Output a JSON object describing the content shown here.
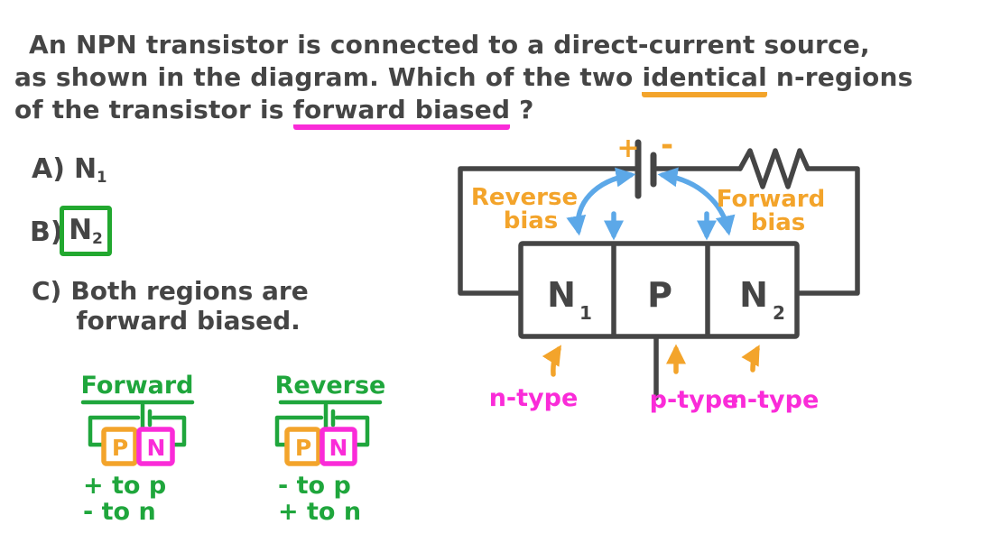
{
  "colors": {
    "ink": "#454545",
    "orange": "#F3A42B",
    "magenta": "#FA2BD8",
    "green": "#1FA63C",
    "blue": "#5CA8E8",
    "answer_box_green": "#22A82F"
  },
  "question": {
    "line1": "An NPN transistor is connected to a direct-current source,",
    "line2_pre": "as shown in the diagram. Which of the two ",
    "line2_underlined": "identical",
    "line2_post": " n-regions",
    "line3_pre": "of the transistor is ",
    "line3_underlined": "forward biased",
    "line3_post": " ?"
  },
  "options": {
    "a": {
      "label": "A)",
      "value_base": "N",
      "value_sub": "1"
    },
    "b": {
      "label": "B)",
      "value_base": "N",
      "value_sub": "2"
    },
    "c": {
      "label": "C)",
      "line1": "Both regions are",
      "line2": "forward biased."
    }
  },
  "diagram": {
    "battery": {
      "plus": "+",
      "minus": "-"
    },
    "reverse_bias": {
      "line1": "Reverse",
      "line2": "bias"
    },
    "forward_bias": {
      "line1": "Forward",
      "line2": "bias"
    },
    "regions": {
      "n1_base": "N",
      "n1_sub": "1",
      "p": "P",
      "n2_base": "N",
      "n2_sub": "2"
    },
    "type_labels": {
      "left": "n-type",
      "middle": "p-type",
      "right": "n-type"
    }
  },
  "legend": {
    "forward": {
      "title": "Forward",
      "p_label": "P",
      "n_label": "N",
      "rule1": "+ to p",
      "rule2": "- to n"
    },
    "reverse": {
      "title": "Reverse",
      "p_label": "P",
      "n_label": "N",
      "rule1": "- to p",
      "rule2": "+ to n"
    }
  }
}
